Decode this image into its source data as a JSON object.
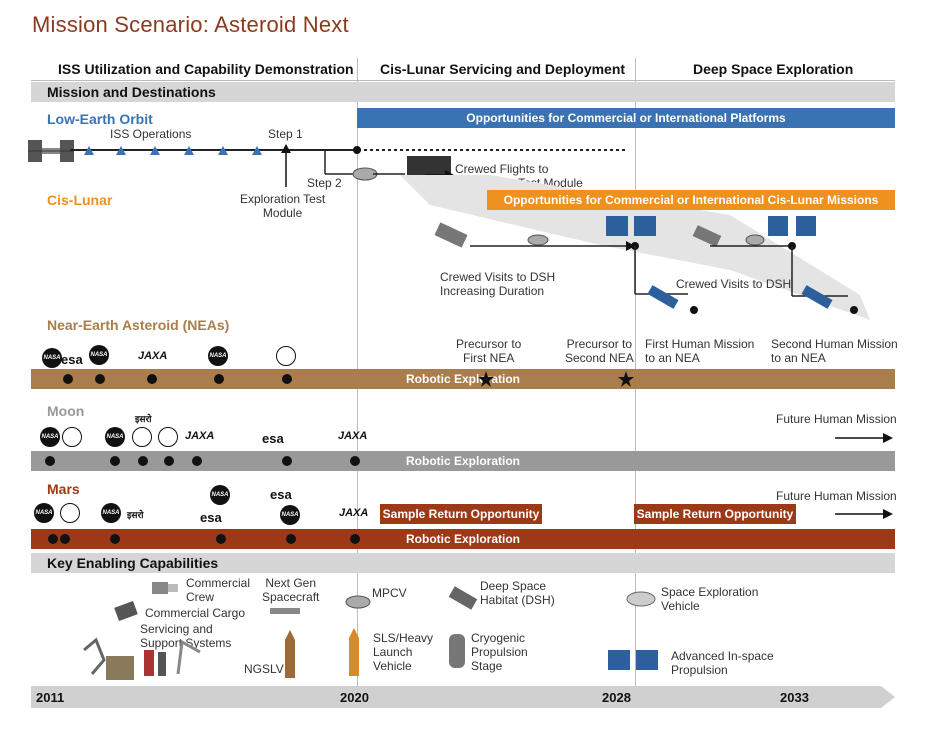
{
  "title": "Mission Scenario: Asteroid Next",
  "phases": {
    "p1": "ISS Utilization and Capability Demonstration",
    "p2": "Cis-Lunar Servicing and Deployment",
    "p3": "Deep Space Exploration"
  },
  "bands": {
    "missions": "Mission and Destinations",
    "capabilities": "Key Enabling Capabilities"
  },
  "leo": {
    "label": "Low-Earth Orbit",
    "opportunities": "Opportunities for Commercial or International Platforms",
    "iss_ops": "ISS Operations",
    "step1": "Step 1",
    "step2": "Step 2",
    "etm": "Exploration Test\nModule",
    "crewed_flights": "Crewed Flights to\nExploration Test Module"
  },
  "cislunar": {
    "label": "Cis-Lunar",
    "opportunities": "Opportunities for Commercial or International Cis-Lunar Missions",
    "crewed_visits_inc": "Crewed Visits to DSH\nIncreasing Duration",
    "crewed_visits": "Crewed Visits to DSH"
  },
  "nea": {
    "label": "Near-Earth Asteroid (NEAs)",
    "precursor1": "Precursor to\nFirst NEA",
    "precursor2": "Precursor to\nSecond NEA",
    "first_human": "First Human Mission\nto an NEA",
    "second_human": "Second Human Mission\nto an NEA",
    "robotic": "Robotic Exploration"
  },
  "moon": {
    "label": "Moon",
    "future": "Future Human Mission",
    "robotic": "Robotic Exploration"
  },
  "mars": {
    "label": "Mars",
    "future": "Future Human Mission",
    "sample1": "Sample Return Opportunity",
    "sample2": "Sample Return Opportunity",
    "robotic": "Robotic Exploration"
  },
  "logos": {
    "esa": "esa",
    "jaxa": "JAXA",
    "isro": "इसरो",
    "nasa": "NASA"
  },
  "capabilities": {
    "commercial_crew": "Commercial\nCrew",
    "commercial_cargo": "Commercial Cargo",
    "servicing": "Servicing and\nSupport Systems",
    "next_gen": "Next Gen\nSpacecraft",
    "ngslv": "NGSLV",
    "mpcv": "MPCV",
    "sls": "SLS/Heavy\nLaunch\nVehicle",
    "dsh": "Deep Space\nHabitat (DSH)",
    "cryo": "Cryogenic\nPropulsion\nStage",
    "sev": "Space Exploration\nVehicle",
    "propulsion": "Advanced In-space\nPropulsion"
  },
  "timeline": {
    "y2011": "2011",
    "y2020": "2020",
    "y2028": "2028",
    "y2033": "2033"
  },
  "colors": {
    "title": "#8a3b1e",
    "leo": "#3a73b3",
    "cislunar": "#f0901e",
    "nea": "#a97e4c",
    "moon": "#999999",
    "mars": "#9c3a17",
    "band": "#d6d6d6",
    "timeline": "#d0d0d0"
  }
}
